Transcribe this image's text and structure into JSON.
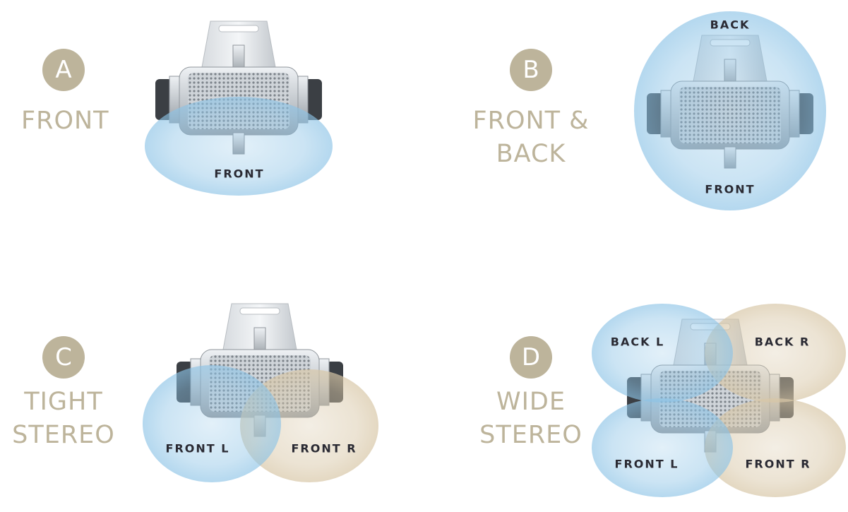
{
  "colors": {
    "badge": "#bdb49b",
    "label": "#bdb49b",
    "zone_blue": "#8cc3e6",
    "zone_tan": "#d8c7a7",
    "zone_text": "#2a2a33"
  },
  "panels": {
    "a": {
      "badge": "A",
      "label_lines": [
        "FRONT"
      ],
      "zones": [
        "FRONT"
      ]
    },
    "b": {
      "badge": "B",
      "label_lines": [
        "FRONT &",
        "BACK"
      ],
      "zones": [
        "BACK",
        "FRONT"
      ]
    },
    "c": {
      "badge": "C",
      "label_lines": [
        "TIGHT",
        "STEREO"
      ],
      "zones": [
        "FRONT L",
        "FRONT R"
      ]
    },
    "d": {
      "badge": "D",
      "label_lines": [
        "WIDE",
        "STEREO"
      ],
      "zones": [
        "BACK L",
        "BACK R",
        "FRONT L",
        "FRONT R"
      ]
    }
  }
}
